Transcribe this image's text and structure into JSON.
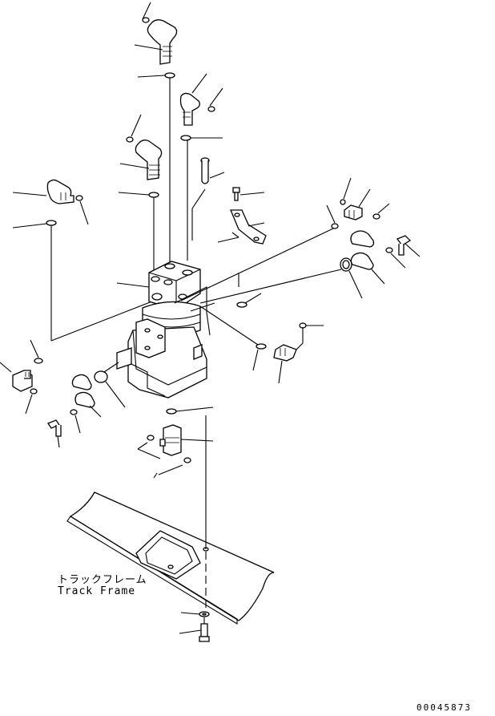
{
  "labels": {
    "track_frame_jp": "トラックフレーム",
    "track_frame_en": "Track Frame"
  },
  "drawing_number": "00045873",
  "colors": {
    "line": "#000000",
    "background": "#ffffff"
  }
}
